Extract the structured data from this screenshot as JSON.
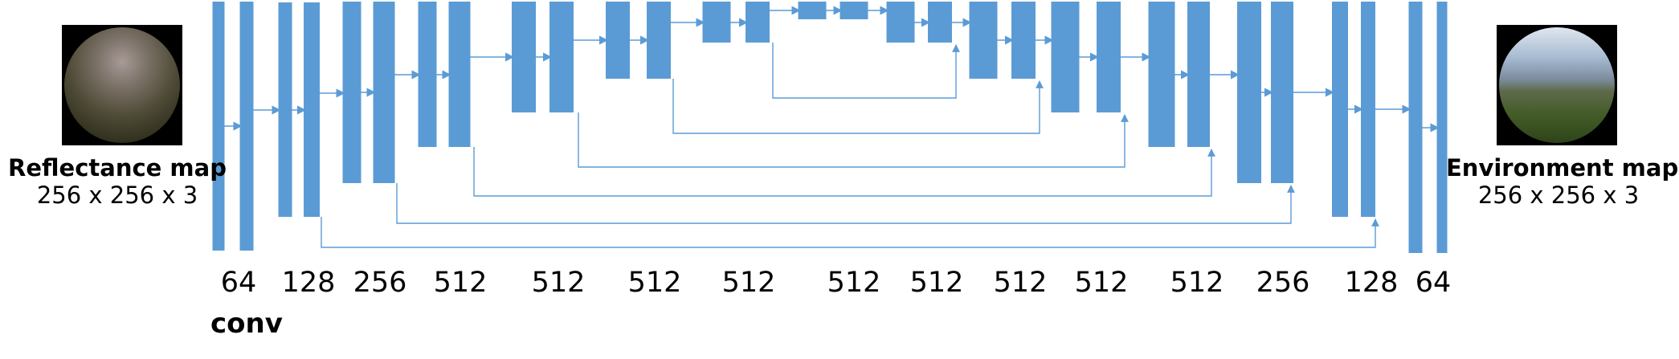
{
  "input": {
    "title": "Reflectance map",
    "dims": "256 x 256 x 3"
  },
  "output": {
    "title": "Environment map",
    "dims": "256 x 256 x 3"
  },
  "layer_label": "conv",
  "channels": [
    "64",
    "128",
    "256",
    "512",
    "512",
    "512",
    "512",
    "512",
    "512",
    "512",
    "512",
    "512",
    "256",
    "128",
    "64"
  ],
  "colors": {
    "block": "#5b9bd5",
    "arrow": "#5b9bd5"
  }
}
